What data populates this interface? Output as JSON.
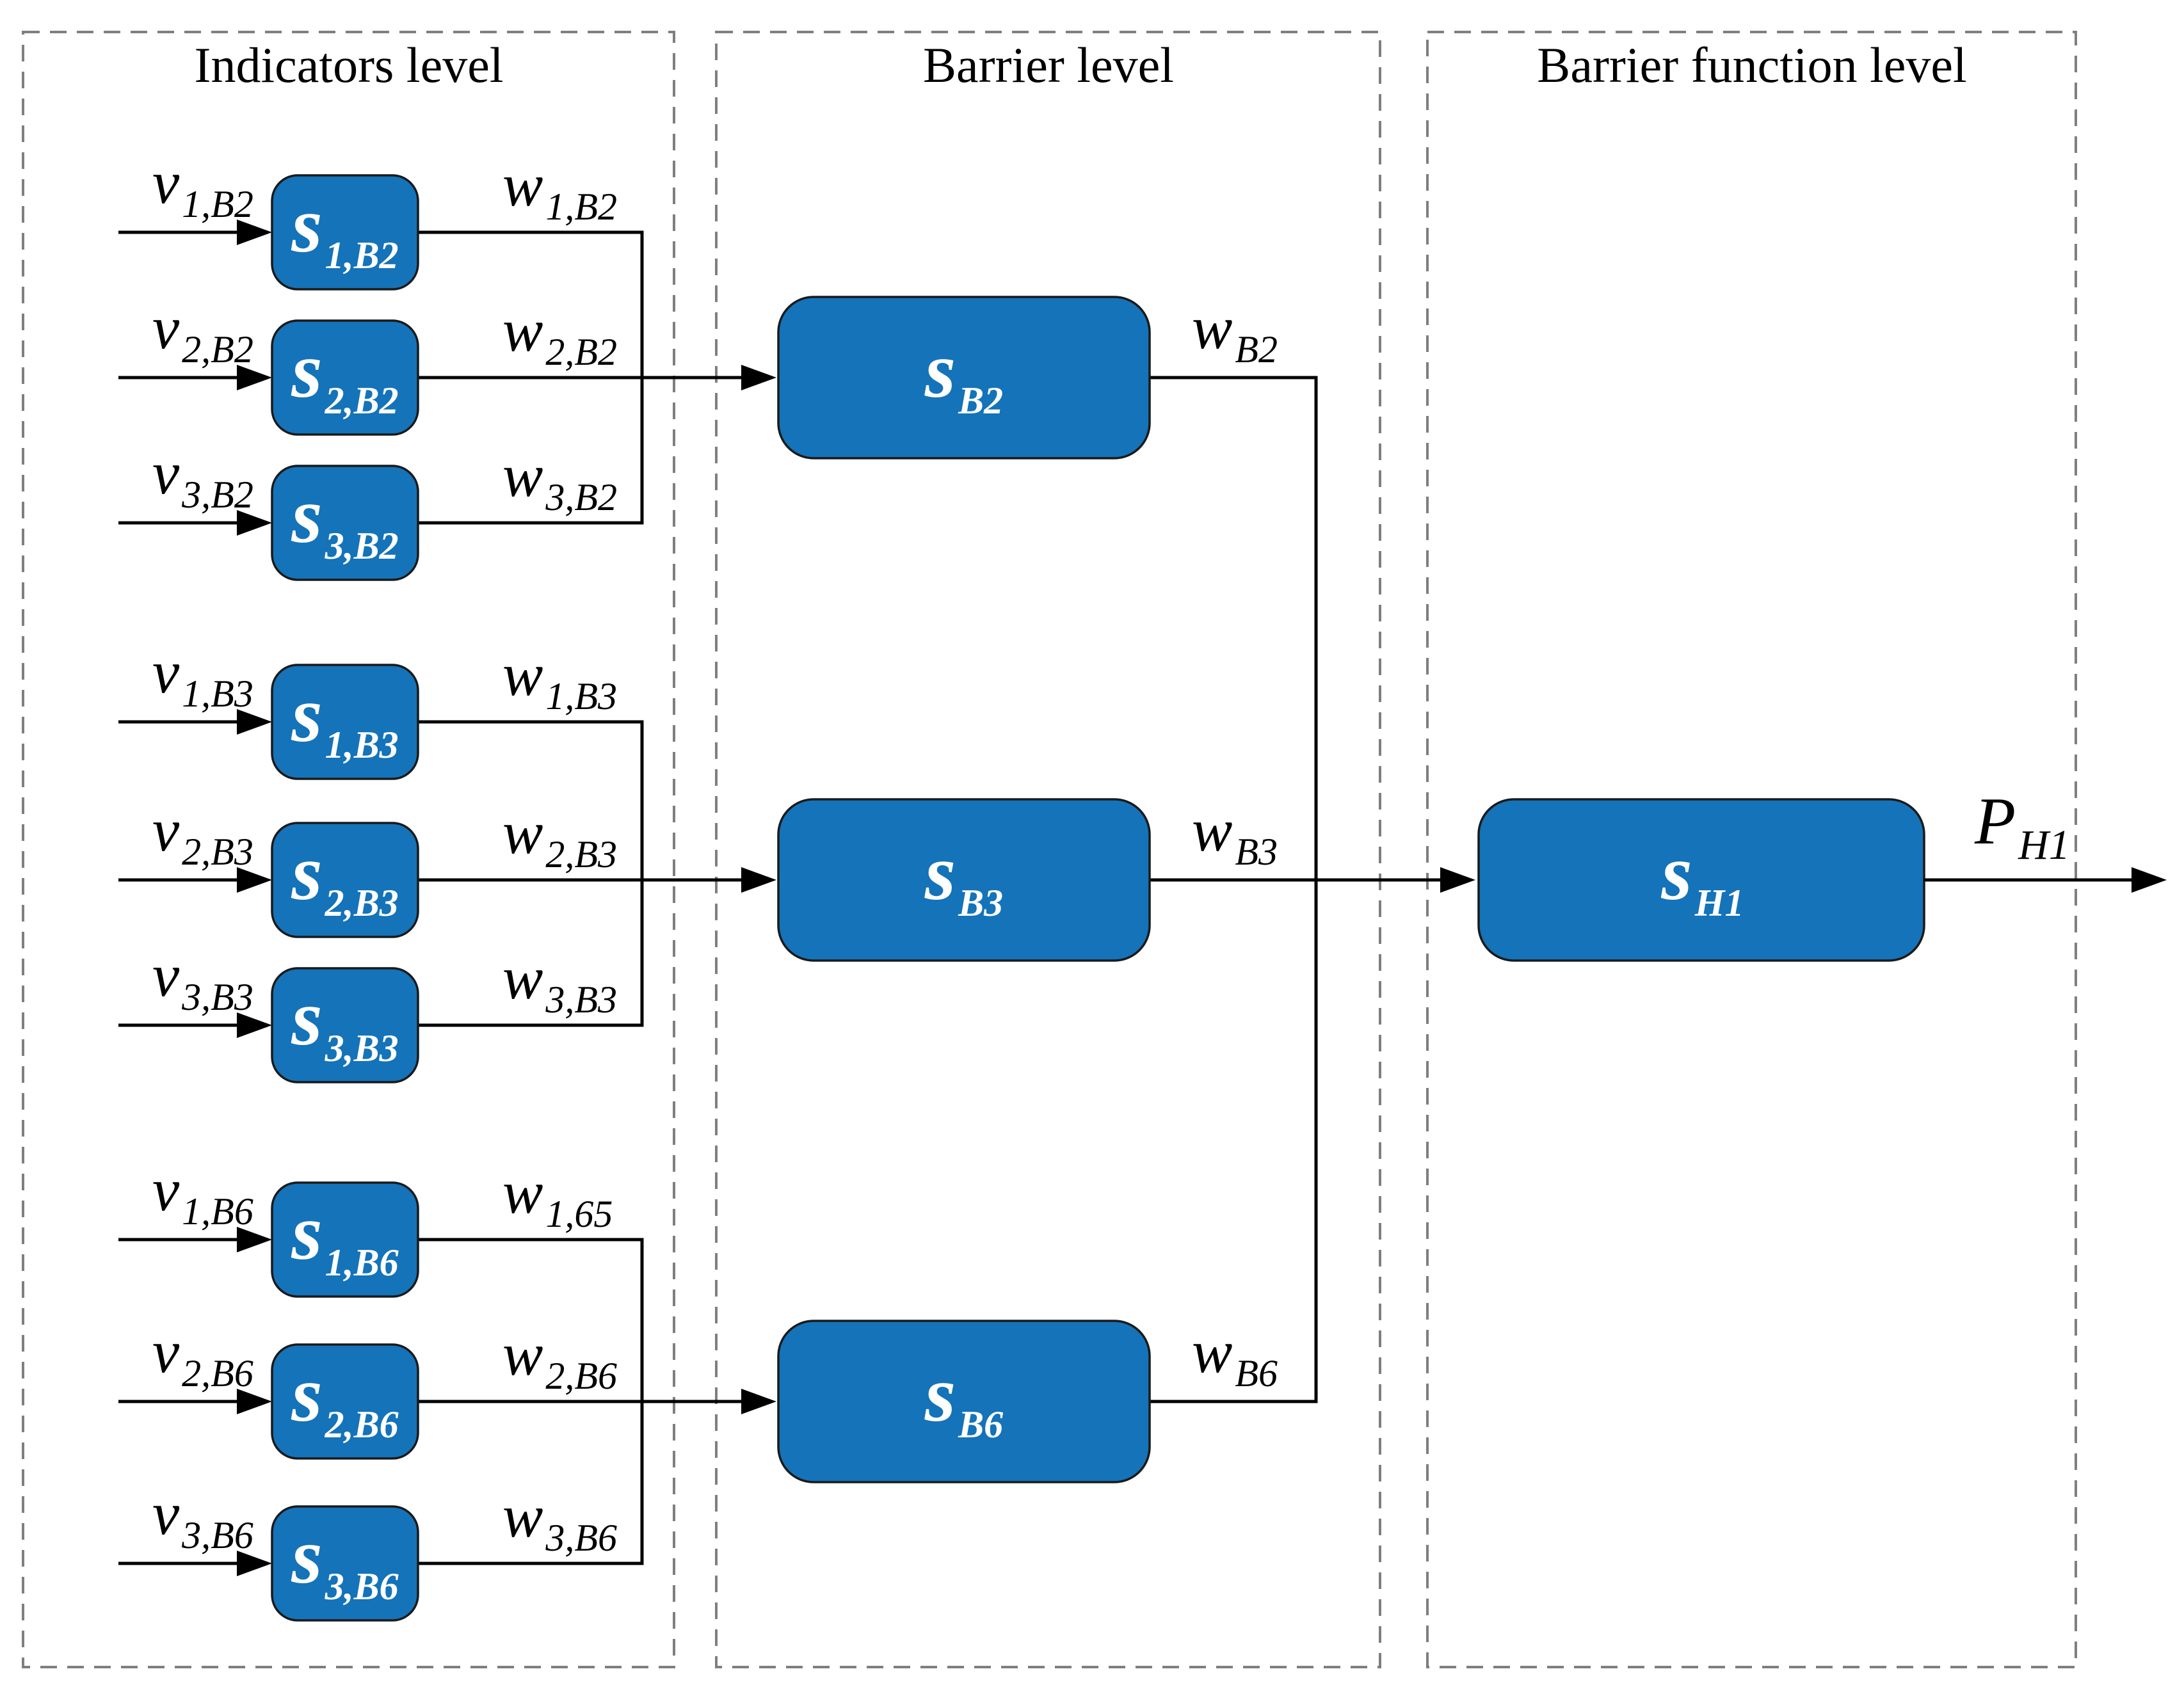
{
  "diagram": {
    "colors": {
      "box_fill": "#1473B9",
      "box_stroke": "#1a1a1a",
      "wire": "#000000",
      "panel_dash": "#7f7f7f",
      "box_text": "#ffffff",
      "label_text": "#000000"
    },
    "panels": [
      {
        "title": "Indicators level"
      },
      {
        "title": "Barrier level"
      },
      {
        "title": "Barrier function level"
      }
    ],
    "groups": [
      {
        "name": "B2",
        "rows": [
          {
            "input": {
              "base": "v",
              "sub": "1,B2"
            },
            "box": {
              "base": "s",
              "sub": "1,B2"
            },
            "output": {
              "base": "w",
              "sub": "1,B2"
            }
          },
          {
            "input": {
              "base": "v",
              "sub": "2,B2"
            },
            "box": {
              "base": "s",
              "sub": "2,B2"
            },
            "output": {
              "base": "w",
              "sub": "2,B2"
            }
          },
          {
            "input": {
              "base": "v",
              "sub": "3,B2"
            },
            "box": {
              "base": "s",
              "sub": "3,B2"
            },
            "output": {
              "base": "w",
              "sub": "3,B2"
            }
          }
        ],
        "barrier_box": {
          "base": "s",
          "sub": "B2"
        },
        "barrier_output": {
          "base": "w",
          "sub": "B2"
        }
      },
      {
        "name": "B3",
        "rows": [
          {
            "input": {
              "base": "v",
              "sub": "1,B3"
            },
            "box": {
              "base": "s",
              "sub": "1,B3"
            },
            "output": {
              "base": "w",
              "sub": "1,B3"
            }
          },
          {
            "input": {
              "base": "v",
              "sub": "2,B3"
            },
            "box": {
              "base": "s",
              "sub": "2,B3"
            },
            "output": {
              "base": "w",
              "sub": "2,B3"
            }
          },
          {
            "input": {
              "base": "v",
              "sub": "3,B3"
            },
            "box": {
              "base": "s",
              "sub": "3,B3"
            },
            "output": {
              "base": "w",
              "sub": "3,B3"
            }
          }
        ],
        "barrier_box": {
          "base": "s",
          "sub": "B3"
        },
        "barrier_output": {
          "base": "w",
          "sub": "B3"
        }
      },
      {
        "name": "B6",
        "rows": [
          {
            "input": {
              "base": "v",
              "sub": "1,B6"
            },
            "box": {
              "base": "s",
              "sub": "1,B6"
            },
            "output": {
              "base": "w",
              "sub": "1,65"
            }
          },
          {
            "input": {
              "base": "v",
              "sub": "2,B6"
            },
            "box": {
              "base": "s",
              "sub": "2,B6"
            },
            "output": {
              "base": "w",
              "sub": "2,B6"
            }
          },
          {
            "input": {
              "base": "v",
              "sub": "3,B6"
            },
            "box": {
              "base": "s",
              "sub": "3,B6"
            },
            "output": {
              "base": "w",
              "sub": "3,B6"
            }
          }
        ],
        "barrier_box": {
          "base": "s",
          "sub": "B6"
        },
        "barrier_output": {
          "base": "w",
          "sub": "B6"
        }
      }
    ],
    "function_box": {
      "base": "s",
      "sub": "H1"
    },
    "final_output": {
      "base": "P",
      "sub": "H1"
    }
  }
}
